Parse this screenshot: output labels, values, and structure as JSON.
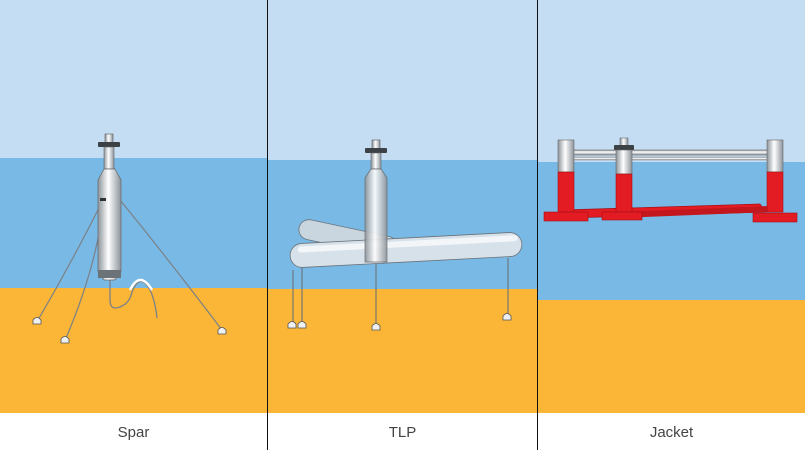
{
  "panels": [
    {
      "label": "Spar"
    },
    {
      "label": "TLP"
    },
    {
      "label": "Jacket"
    }
  ],
  "colors": {
    "sky": "#c5ddf3",
    "water": "#79b9e6",
    "seabed": "#fbb537",
    "steel": "#c9ced3",
    "steel_dark": "#6b7278",
    "jacket_red": "#e31b23",
    "divider": "#111111",
    "caption": "#444444"
  }
}
